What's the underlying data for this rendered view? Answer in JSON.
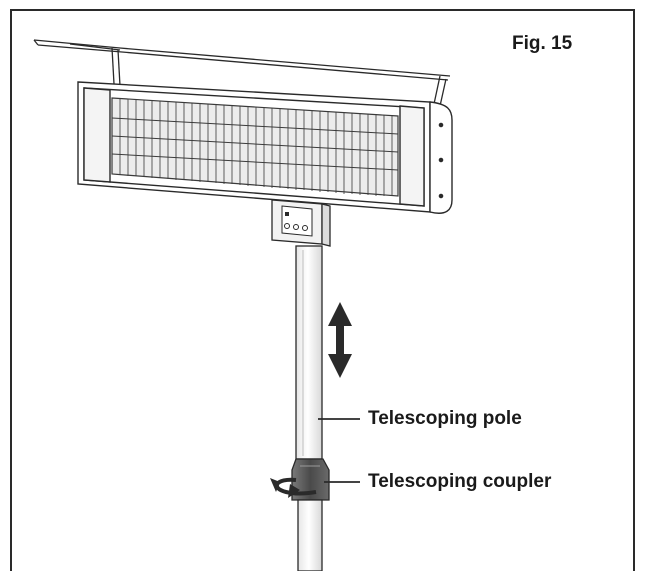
{
  "figure": {
    "label": "Fig. 15"
  },
  "callouts": {
    "pole": "Telescoping pole",
    "coupler": "Telescoping coupler"
  },
  "icons": [
    "heater-illustration",
    "double-arrow-icon",
    "rotation-arrow-icon"
  ],
  "colors": {
    "line": "#2a2a2a",
    "coupler": "#555555",
    "background": "#ffffff"
  }
}
